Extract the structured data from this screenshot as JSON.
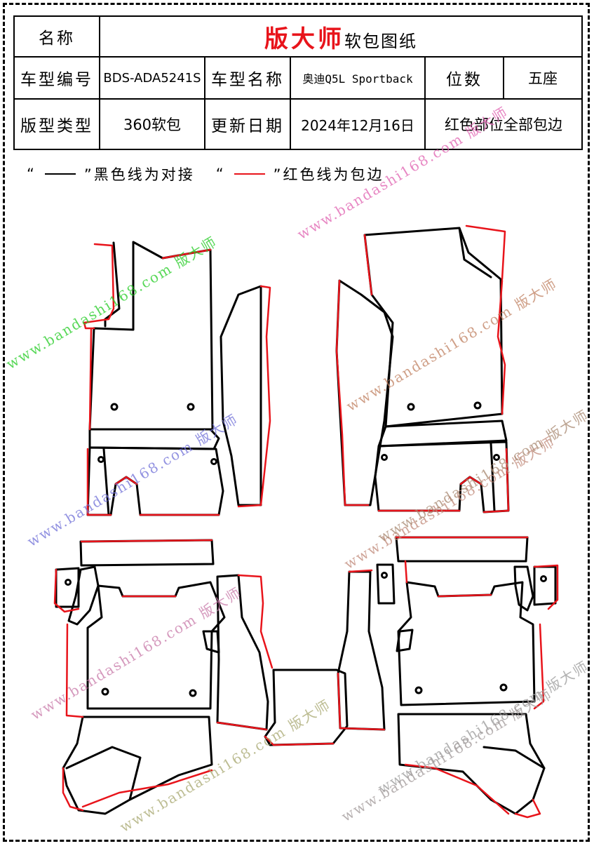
{
  "header_table": {
    "name_label": "名称",
    "brand": "版大师",
    "brand_sub": "软包图纸",
    "model_code_label": "车型编号",
    "model_code": "BDS-ADA5241S",
    "model_name_label": "车型名称",
    "model_name": "奥迪Q5L Sportback",
    "seats_label": "位数",
    "seats": "五座",
    "pattern_type_label": "版型类型",
    "pattern_type": "360软包",
    "update_date_label": "更新日期",
    "update_date": "2024年12月16日",
    "note": "红色部位全部包边"
  },
  "legend": {
    "black_open": "“",
    "black_text": "”黑色线为对接",
    "red_open": "“",
    "red_text": "”红色线为包边"
  },
  "colors": {
    "black_line": "#000000",
    "red_line": "#e8141b"
  },
  "watermarks": [
    {
      "text": "www.bandashi168.com 版大师",
      "color": "#22cc22"
    },
    {
      "text": "www.bandashi168.com 版大师",
      "color": "#e060b0"
    },
    {
      "text": "www.bandashi168.com 版大师",
      "color": "#c08060"
    },
    {
      "text": "www.bandashi168.com 版大师",
      "color": "#c08878"
    },
    {
      "text": "www.bandashi168.com 版大师",
      "color": "#7070d8"
    },
    {
      "text": "www.bandashi168.com 版大师",
      "color": "#a88870"
    },
    {
      "text": "www.bandashi168.com 版大师",
      "color": "#c878a8"
    },
    {
      "text": "www.bandashi168.com 版大师",
      "color": "#999999"
    },
    {
      "text": "www.bandashi168.com 版大师",
      "color": "#a8a870"
    },
    {
      "text": "www.bandashi168.com 版大师",
      "color": "#a09898"
    }
  ]
}
